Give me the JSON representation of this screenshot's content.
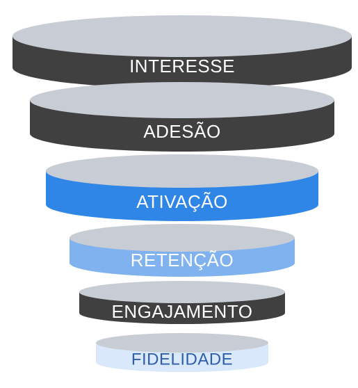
{
  "funnel": {
    "stages": [
      {
        "label": "INTERESSE",
        "side_color": "#404040",
        "top_color": "#c8ccd4",
        "text_color": "#ffffff"
      },
      {
        "label": "ADESÃO",
        "side_color": "#404040",
        "top_color": "#c8ccd4",
        "text_color": "#ffffff"
      },
      {
        "label": "ATIVAÇÃO",
        "side_color": "#2f86e6",
        "top_color": "#c8ccd4",
        "text_color": "#ffffff"
      },
      {
        "label": "RETENÇÃO",
        "side_color": "#7fb2ee",
        "top_color": "#c8ccd4",
        "text_color": "#ffffff"
      },
      {
        "label": "ENGAJAMENTO",
        "side_color": "#404040",
        "top_color": "#c8ccd4",
        "text_color": "#ffffff"
      },
      {
        "label": "FIDELIDADE",
        "side_color": "#d9e8fa",
        "top_color": "#c8ccd4",
        "text_color": "#2f5fa8"
      }
    ]
  }
}
